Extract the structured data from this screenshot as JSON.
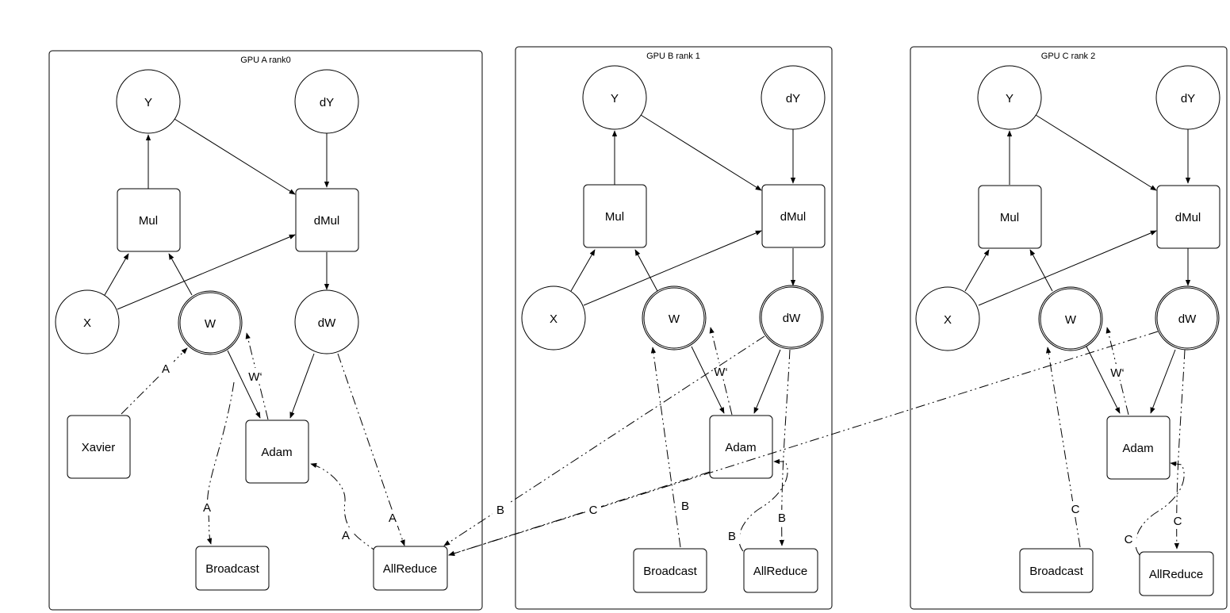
{
  "panels": [
    {
      "title": "GPU A rank0",
      "nodes": {
        "y": "Y",
        "dy": "dY",
        "mul": "Mul",
        "dmul": "dMul",
        "x": "X",
        "w": "W",
        "dw": "dW",
        "init": "Xavier",
        "adam": "Adam",
        "broadcast": "Broadcast",
        "allreduce": "AllReduce"
      },
      "edge_labels": {
        "init_to_w": "A",
        "adam_to_w": "W‘",
        "w_to_broadcast": "A",
        "dw_to_allreduce": "A",
        "allreduce_to_adam": "A"
      }
    },
    {
      "title": "GPU B rank 1",
      "nodes": {
        "y": "Y",
        "dy": "dY",
        "mul": "Mul",
        "dmul": "dMul",
        "x": "X",
        "w": "W",
        "dw": "dW",
        "adam": "Adam",
        "broadcast": "Broadcast",
        "allreduce": "AllReduce"
      },
      "edge_labels": {
        "adam_to_w": "W‘",
        "broadcast_to_w": "B",
        "dw_to_allreduce": "B",
        "allreduce_to_adam": "B",
        "dw_to_allreduce_a": "B"
      }
    },
    {
      "title": "GPU C rank 2",
      "nodes": {
        "y": "Y",
        "dy": "dY",
        "mul": "Mul",
        "dmul": "dMul",
        "x": "X",
        "w": "W",
        "dw": "dW",
        "adam": "Adam",
        "broadcast": "Broadcast",
        "allreduce": "AllReduce"
      },
      "edge_labels": {
        "adam_to_w": "W‘",
        "broadcast_to_w": "C",
        "dw_to_allreduce": "C",
        "allreduce_to_adam": "C",
        "adam_b_to_allreduce_a": "C"
      }
    }
  ]
}
